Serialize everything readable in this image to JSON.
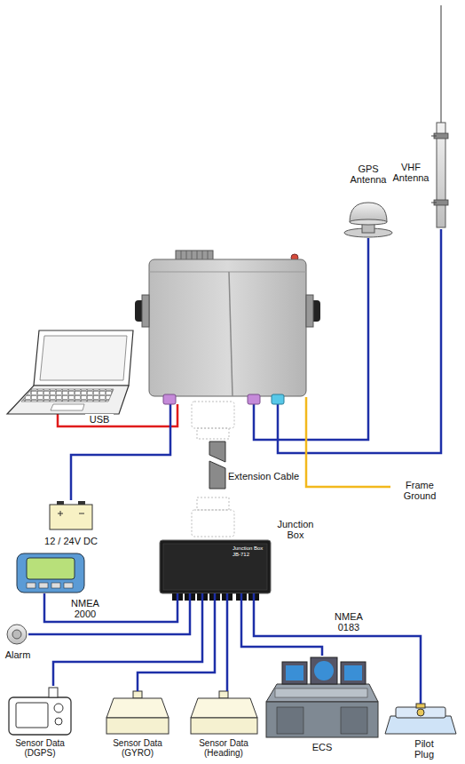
{
  "diagram": {
    "nodes": [
      {
        "text": [
          "GPS Antenna"
        ]
      },
      {
        "text": [
          "VHF Antenna"
        ]
      },
      {
        "text": [
          "12 / 24V DC"
        ]
      },
      {
        "text": [
          "Junction Box",
          "Junction Box JB-712"
        ]
      },
      {
        "text": [
          "NMEA 2000"
        ]
      },
      {
        "text": [
          "Alarm"
        ]
      },
      {
        "text": [
          "Sensor Data (DGPS)"
        ]
      },
      {
        "text": [
          "Sensor Data (GYRO)"
        ]
      },
      {
        "text": [
          "Sensor Data (Heading)"
        ]
      },
      {
        "text": [
          "ECS"
        ]
      },
      {
        "text": [
          "Pilot Plug"
        ]
      }
    ],
    "edges": [
      {
        "from": 3,
        "to": 4,
        "arrow": "none"
      },
      {
        "from": 3,
        "to": 5,
        "arrow": "none"
      },
      {
        "from": 3,
        "to": 6,
        "arrow": "none"
      },
      {
        "from": 3,
        "to": 7,
        "arrow": "none"
      },
      {
        "from": 3,
        "to": 8,
        "arrow": "none"
      },
      {
        "from": 3,
        "to": 9,
        "label": "NMEA 0183",
        "arrow": "none"
      },
      {
        "from": 3,
        "to": 10,
        "arrow": "none"
      }
    ],
    "labels": [
      "USB",
      "Extension Cable",
      "Frame Ground"
    ]
  }
}
